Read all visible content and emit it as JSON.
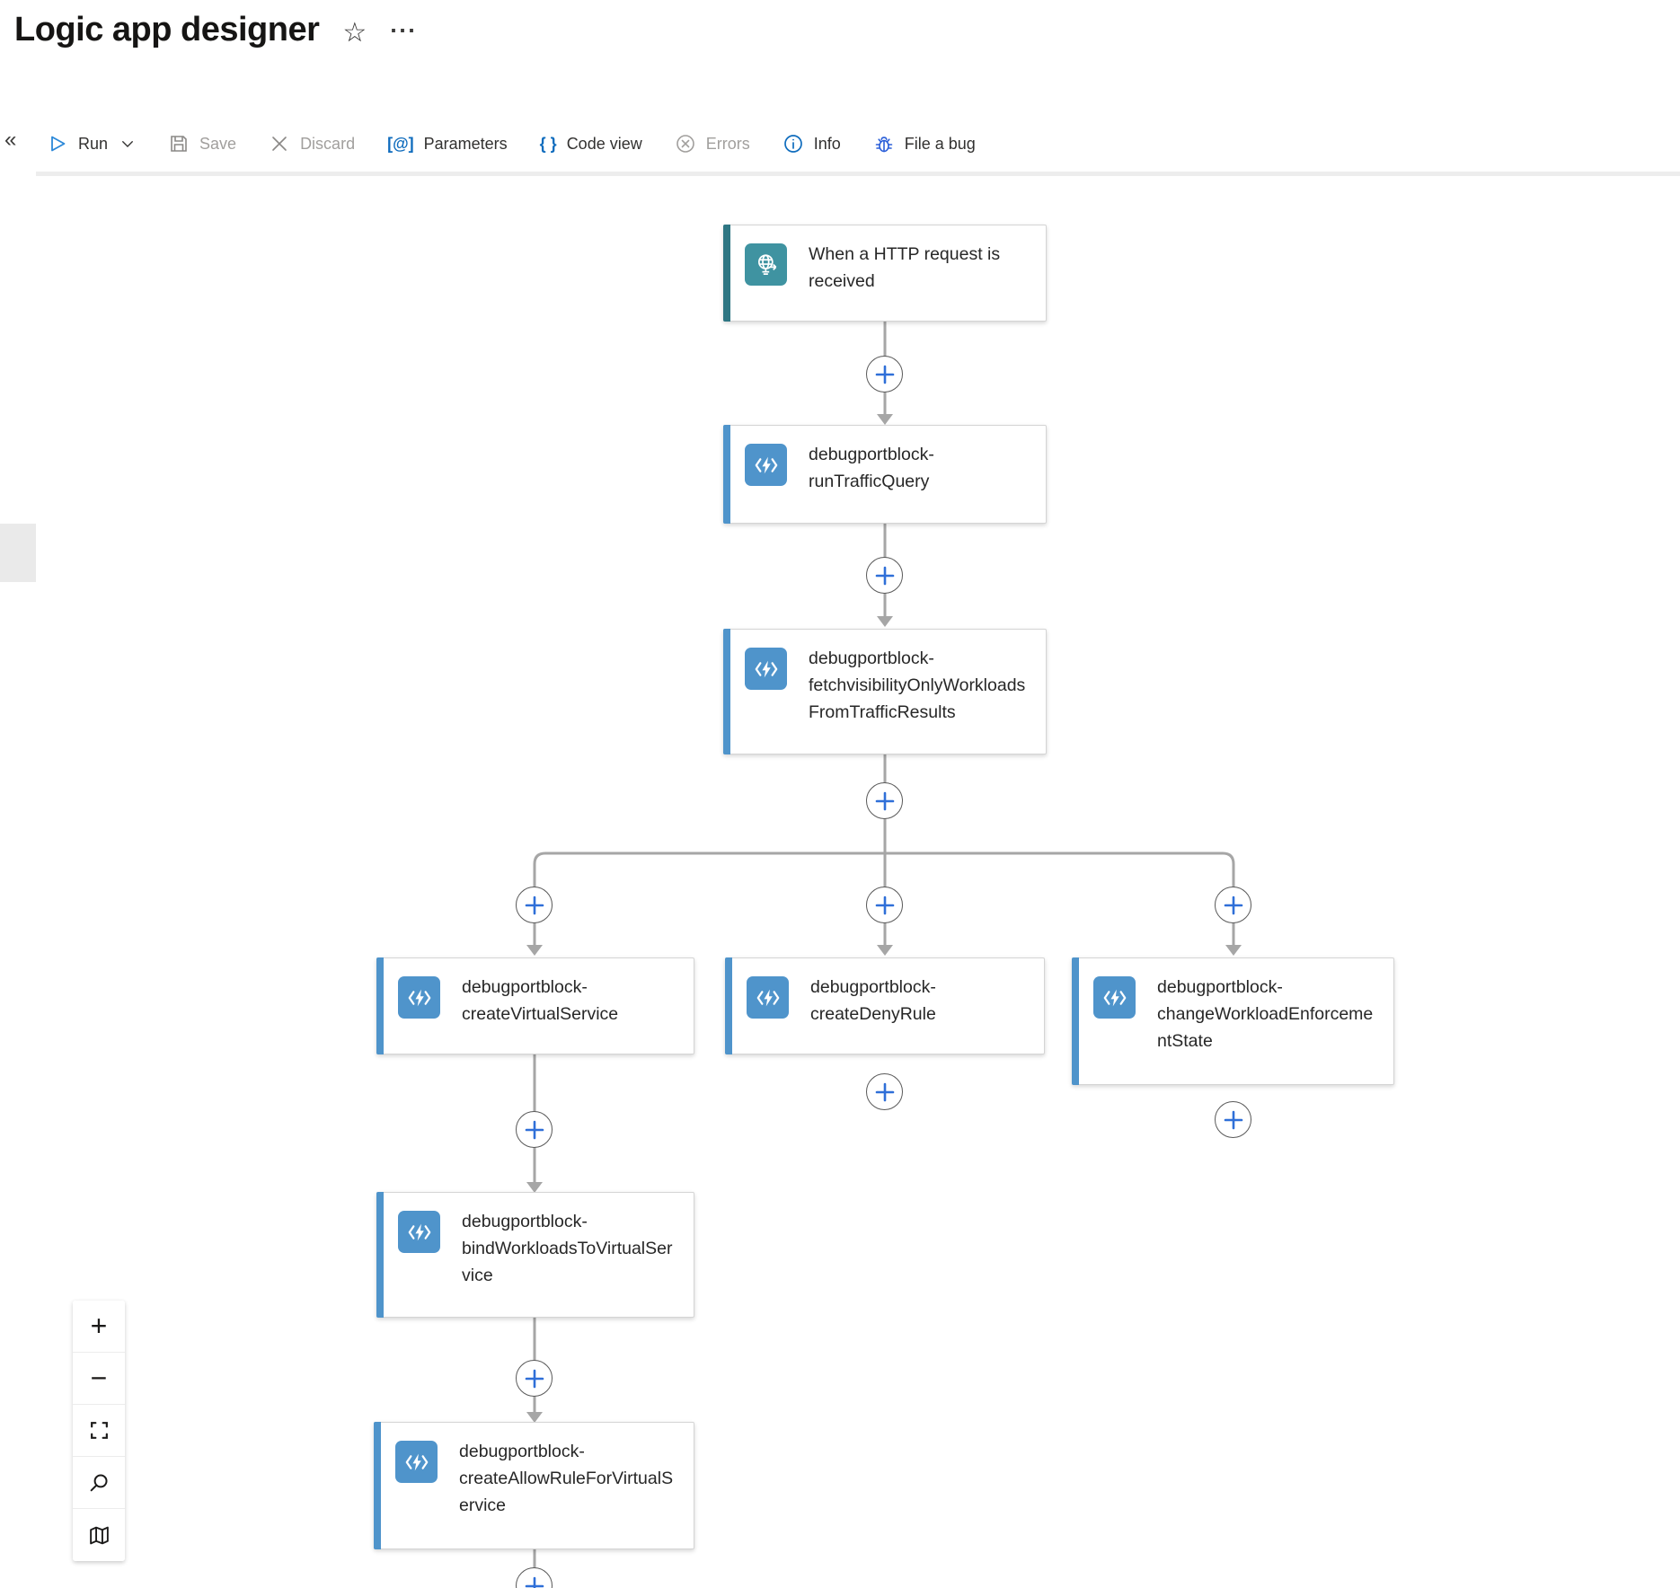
{
  "header": {
    "title": "Logic app designer",
    "star_icon": "☆",
    "more_label": "···"
  },
  "toolbar": {
    "collapse_label": "«",
    "items": [
      {
        "id": "run",
        "label": "Run",
        "disabled": false,
        "icon": "play-icon"
      },
      {
        "id": "save",
        "label": "Save",
        "disabled": true,
        "icon": "save-icon"
      },
      {
        "id": "discard",
        "label": "Discard",
        "disabled": true,
        "icon": "x-icon"
      },
      {
        "id": "parameters",
        "label": "Parameters",
        "disabled": false,
        "icon_text": "[@]"
      },
      {
        "id": "code-view",
        "label": "Code view",
        "disabled": false,
        "icon_text": "{ }"
      },
      {
        "id": "errors",
        "label": "Errors",
        "disabled": true,
        "icon": "circle-x-icon"
      },
      {
        "id": "info",
        "label": "Info",
        "disabled": false,
        "icon": "info-circle-icon"
      },
      {
        "id": "file-a-bug",
        "label": "File a bug",
        "disabled": false,
        "icon": "bug-icon"
      }
    ]
  },
  "nodes": [
    {
      "id": "http-trigger",
      "type": "http-trigger",
      "label": "When a HTTP request is received"
    },
    {
      "id": "run-traffic-query",
      "type": "function",
      "label": "debugportblock-runTrafficQuery"
    },
    {
      "id": "fetch-visibility-workloads",
      "type": "function",
      "label": "debugportblock-fetchvisibilityOnlyWorkloadsFromTrafficResults"
    },
    {
      "id": "create-virtual-service",
      "type": "function",
      "label": "debugportblock-createVirtualService"
    },
    {
      "id": "create-deny-rule",
      "type": "function",
      "label": "debugportblock-createDenyRule"
    },
    {
      "id": "change-workload-enforcement",
      "type": "function",
      "label": "debugportblock-changeWorkloadEnforcementState"
    },
    {
      "id": "bind-workloads",
      "type": "function",
      "label": "debugportblock-bindWorkloadsToVirtualService"
    },
    {
      "id": "create-allow-rule",
      "type": "function",
      "label": "debugportblock-createAllowRuleForVirtualService"
    }
  ],
  "zoom_controls": {
    "zoom_in_label": "+",
    "zoom_out_label": "−",
    "buttons": [
      "zoom-in",
      "zoom-out",
      "fit-view",
      "search",
      "minimap"
    ]
  },
  "icons": {
    "trigger": "http-globe-icon",
    "action": "function-bolt-icon",
    "add_step": "plus-circle-icon"
  },
  "colors": {
    "trigger_accent": "#2e7683",
    "trigger_icon_bg": "#3f93a1",
    "action_accent": "#4f94cb",
    "plus_blue": "#2f6fd8",
    "wire_gray": "#a6a6a6",
    "toolbar_blue": "#0f6cbd",
    "disabled_gray": "#a19f9d"
  }
}
